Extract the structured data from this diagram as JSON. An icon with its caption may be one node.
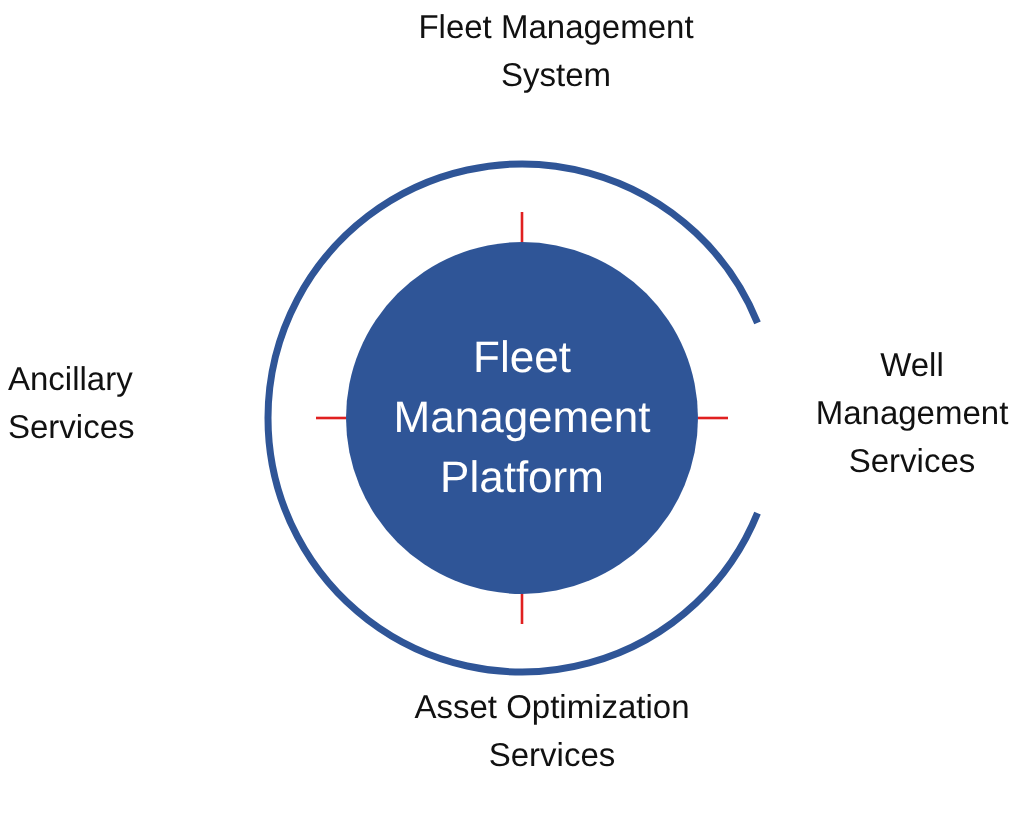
{
  "diagram": {
    "nodes": [
      {
        "text": [
          "Fleet Management Platform"
        ]
      }
    ],
    "labels": [
      "Fleet Management System",
      "Ancillary Services",
      "Well Management Services",
      "Asset Optimization Services"
    ]
  }
}
